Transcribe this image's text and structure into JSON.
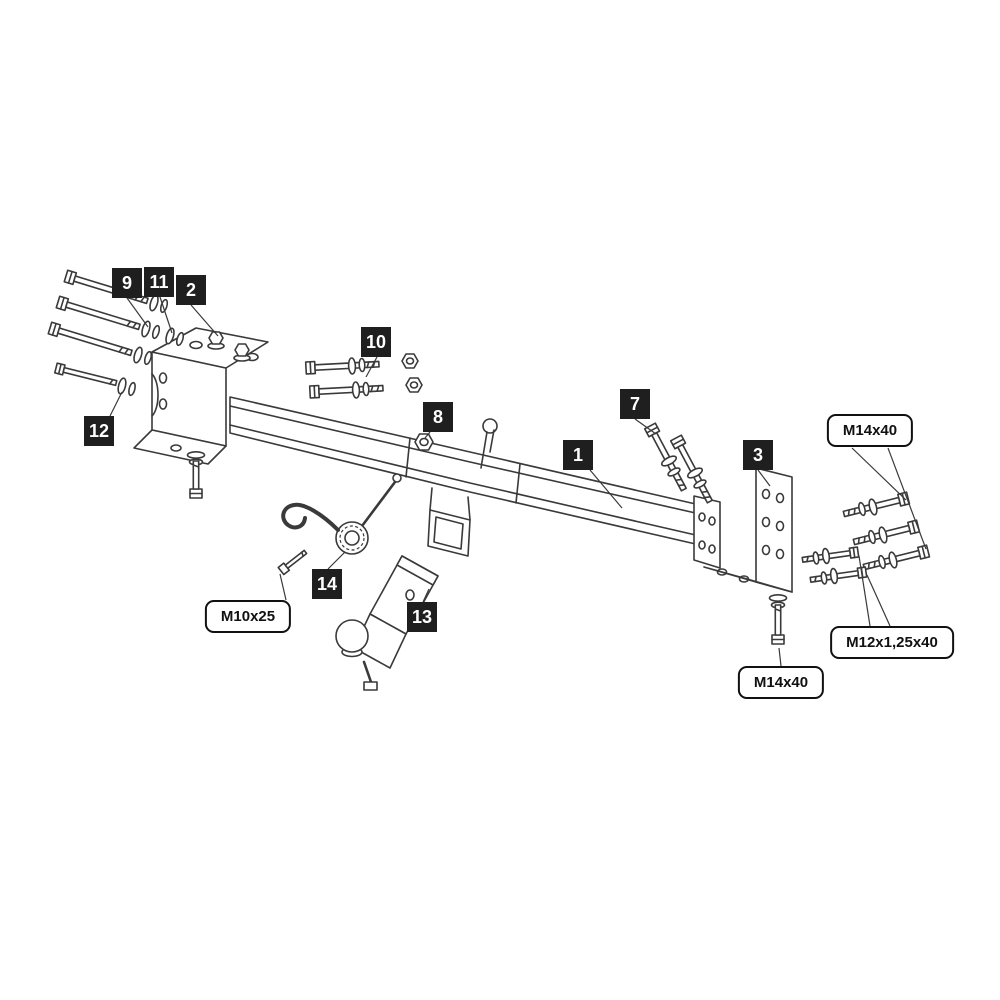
{
  "diagram": {
    "type": "exploded-parts-diagram",
    "subject": "tow bar / trailer hitch assembly fitting instructions",
    "colors": {
      "background": "#ffffff",
      "line": "#3a3a3a",
      "part_label_bg": "#1f1f1f",
      "part_label_text": "#ffffff",
      "spec_label_bg": "#ffffff",
      "spec_label_border": "#111111",
      "spec_label_text": "#111111"
    },
    "part_labels": [
      {
        "text": "9"
      },
      {
        "text": "11"
      },
      {
        "text": "2"
      },
      {
        "text": "10"
      },
      {
        "text": "8"
      },
      {
        "text": "7"
      },
      {
        "text": "1"
      },
      {
        "text": "3"
      },
      {
        "text": "12"
      },
      {
        "text": "14"
      },
      {
        "text": "13"
      }
    ],
    "spec_labels": [
      {
        "text": "M14x40"
      },
      {
        "text": "M10x25"
      },
      {
        "text": "M12x1,25x40"
      },
      {
        "text": "M14x40"
      }
    ]
  }
}
